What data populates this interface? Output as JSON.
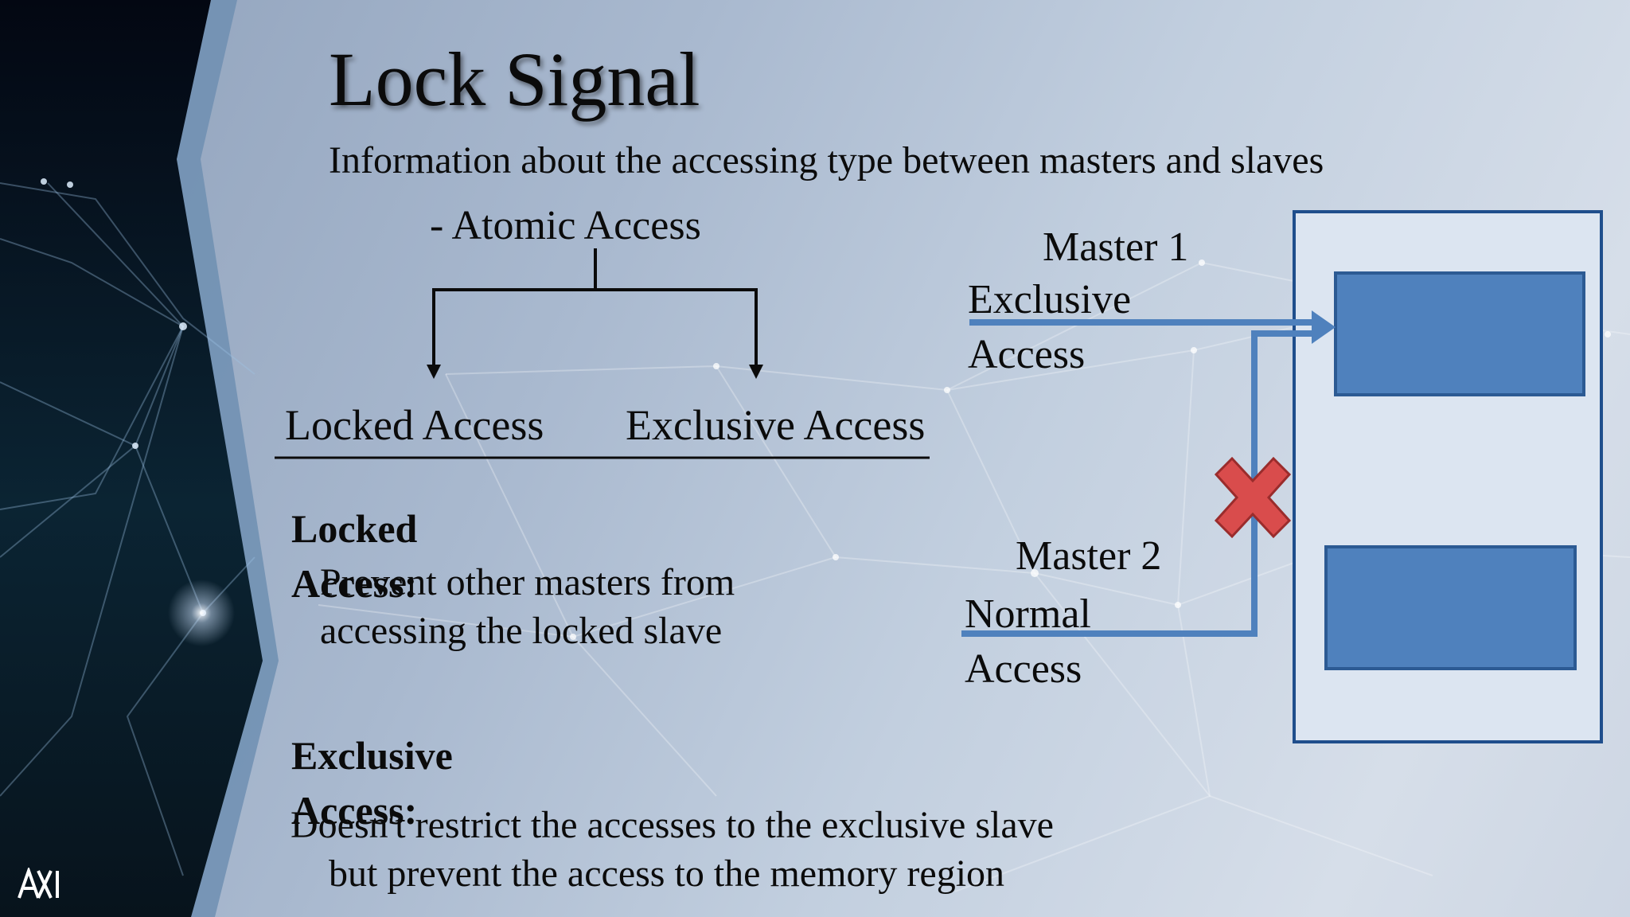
{
  "slide": {
    "title": "Lock Signal",
    "subtitle": "Information about the accessing type between masters and slaves",
    "tree": {
      "root": "- Atomic Access",
      "left": "Locked Access",
      "right": "Exclusive Access"
    },
    "locked": {
      "heading": "Locked Access:",
      "description": "Prevent other masters from\naccessing the locked slave"
    },
    "exclusive": {
      "heading": "Exclusive Access:",
      "description": "Doesn't restrict the accesses to the exclusive slave\n    but prevent the access to the memory region"
    },
    "diagram": {
      "master1_name": "Master 1",
      "master1_access": "Exclusive\nAccess",
      "master2_name": "Master 2",
      "master2_access": "Normal\nAccess",
      "slave_fill_color": "#4f81bd",
      "arrow_color": "#4f81bd",
      "block_mark_color": "#d94c4c",
      "block_mark_icon": "red-x-icon"
    },
    "logo_icon": "ax-logo"
  }
}
